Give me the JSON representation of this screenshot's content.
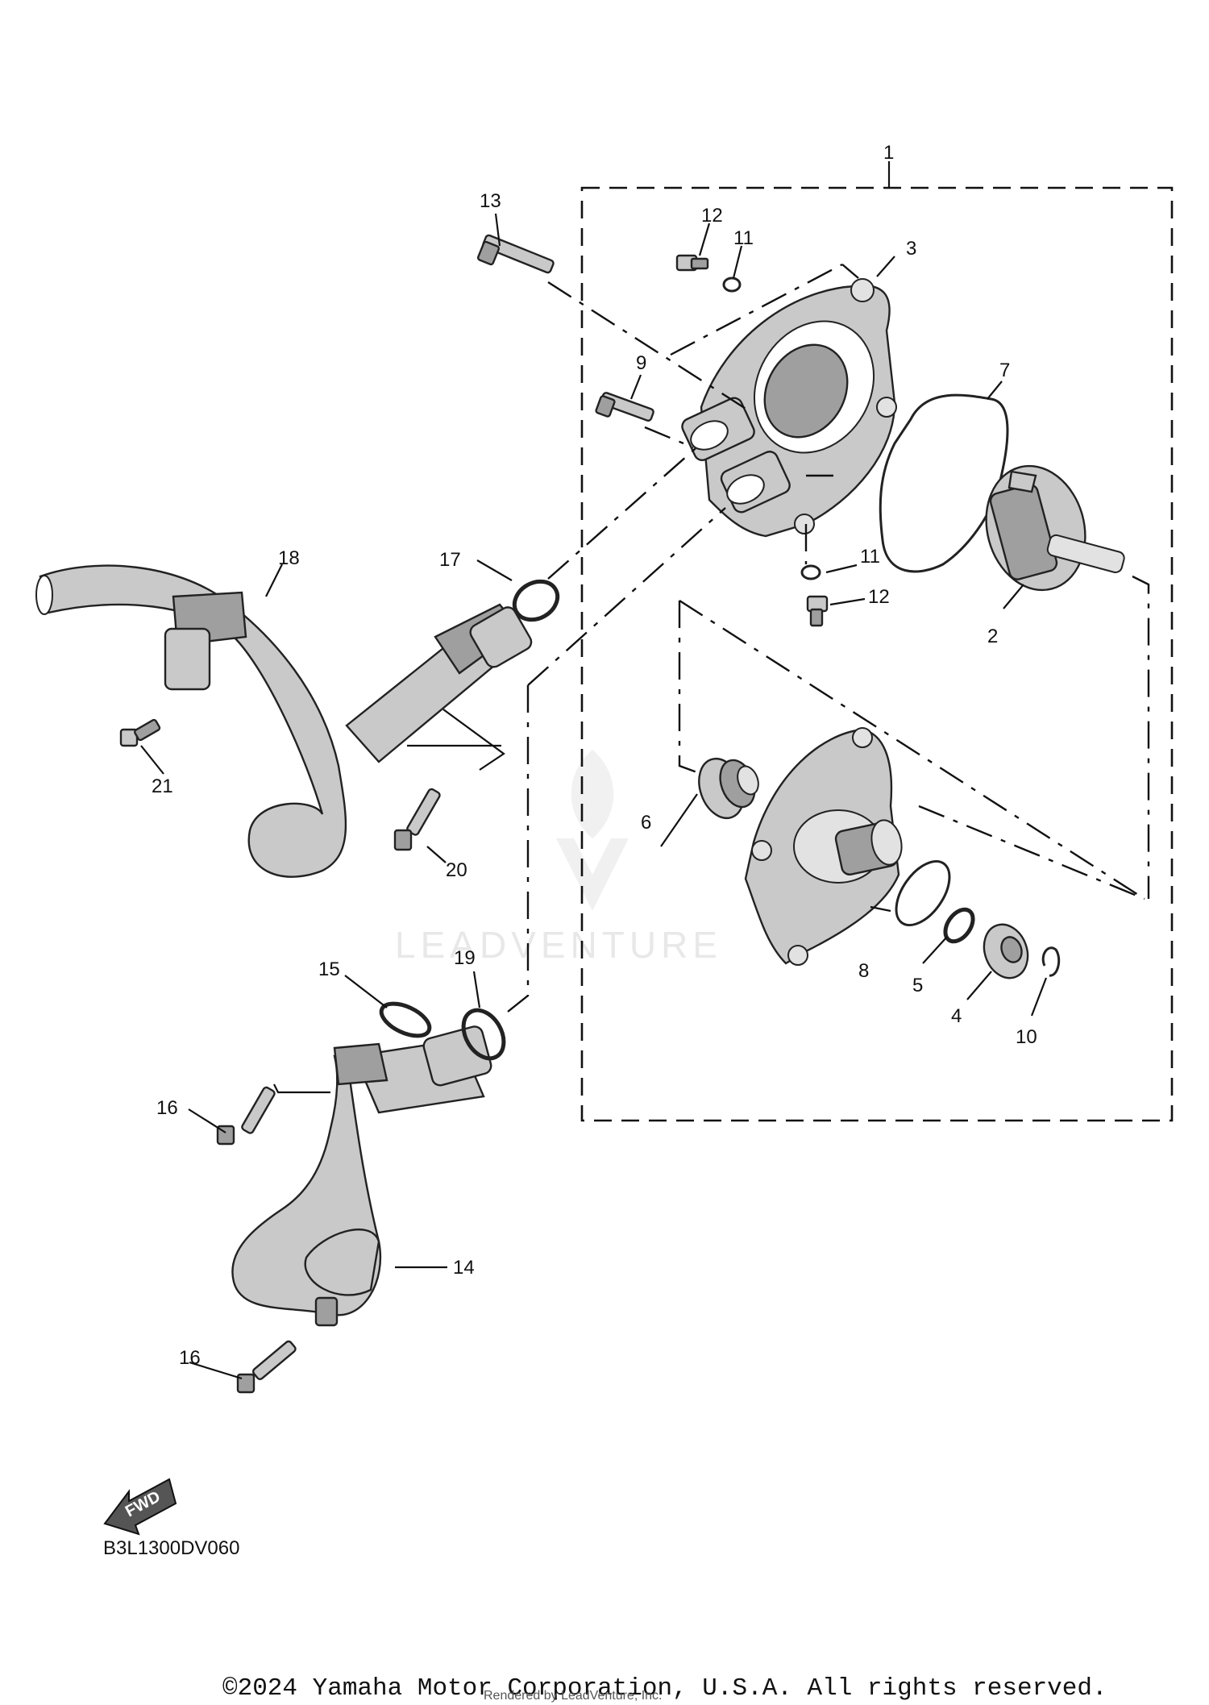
{
  "diagram": {
    "callouts": {
      "n1": "1",
      "n2": "2",
      "n3": "3",
      "n4": "4",
      "n5": "5",
      "n6": "6",
      "n7": "7",
      "n8": "8",
      "n9": "9",
      "n10": "10",
      "n11a": "11",
      "n11b": "11",
      "n12a": "12",
      "n12b": "12",
      "n13": "13",
      "n14": "14",
      "n15": "15",
      "n16a": "16",
      "n16b": "16",
      "n17": "17",
      "n18": "18",
      "n19": "19",
      "n20": "20",
      "n21": "21"
    },
    "fwd_label": "FWD",
    "diagram_code": "B3L1300DV060",
    "watermark": "LEADVENTURE",
    "copyright": "©2024 Yamaha Motor Corporation, U.S.A. All rights reserved.",
    "rendered_by": "Rendered by LeadVenture, Inc."
  }
}
